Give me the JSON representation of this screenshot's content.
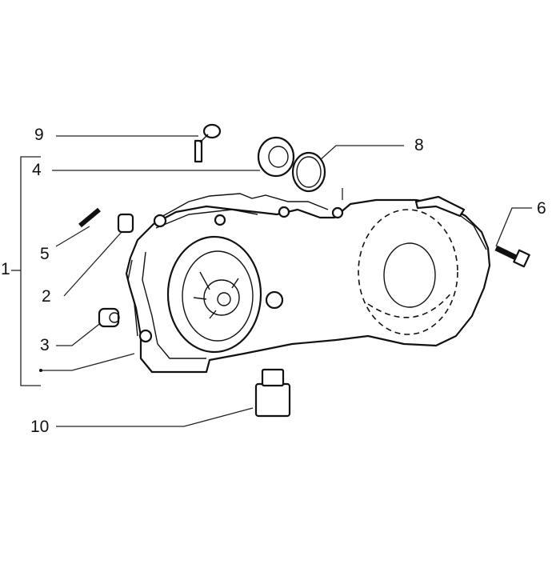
{
  "diagram": {
    "callouts": [
      {
        "id": "c9",
        "label": "9"
      },
      {
        "id": "c8",
        "label": "8"
      },
      {
        "id": "c4",
        "label": "4"
      },
      {
        "id": "c6",
        "label": "6"
      },
      {
        "id": "c5",
        "label": "5"
      },
      {
        "id": "c1",
        "label": "1"
      },
      {
        "id": "c2",
        "label": "2"
      },
      {
        "id": "c3",
        "label": "3"
      },
      {
        "id": "c10",
        "label": "10"
      }
    ]
  }
}
